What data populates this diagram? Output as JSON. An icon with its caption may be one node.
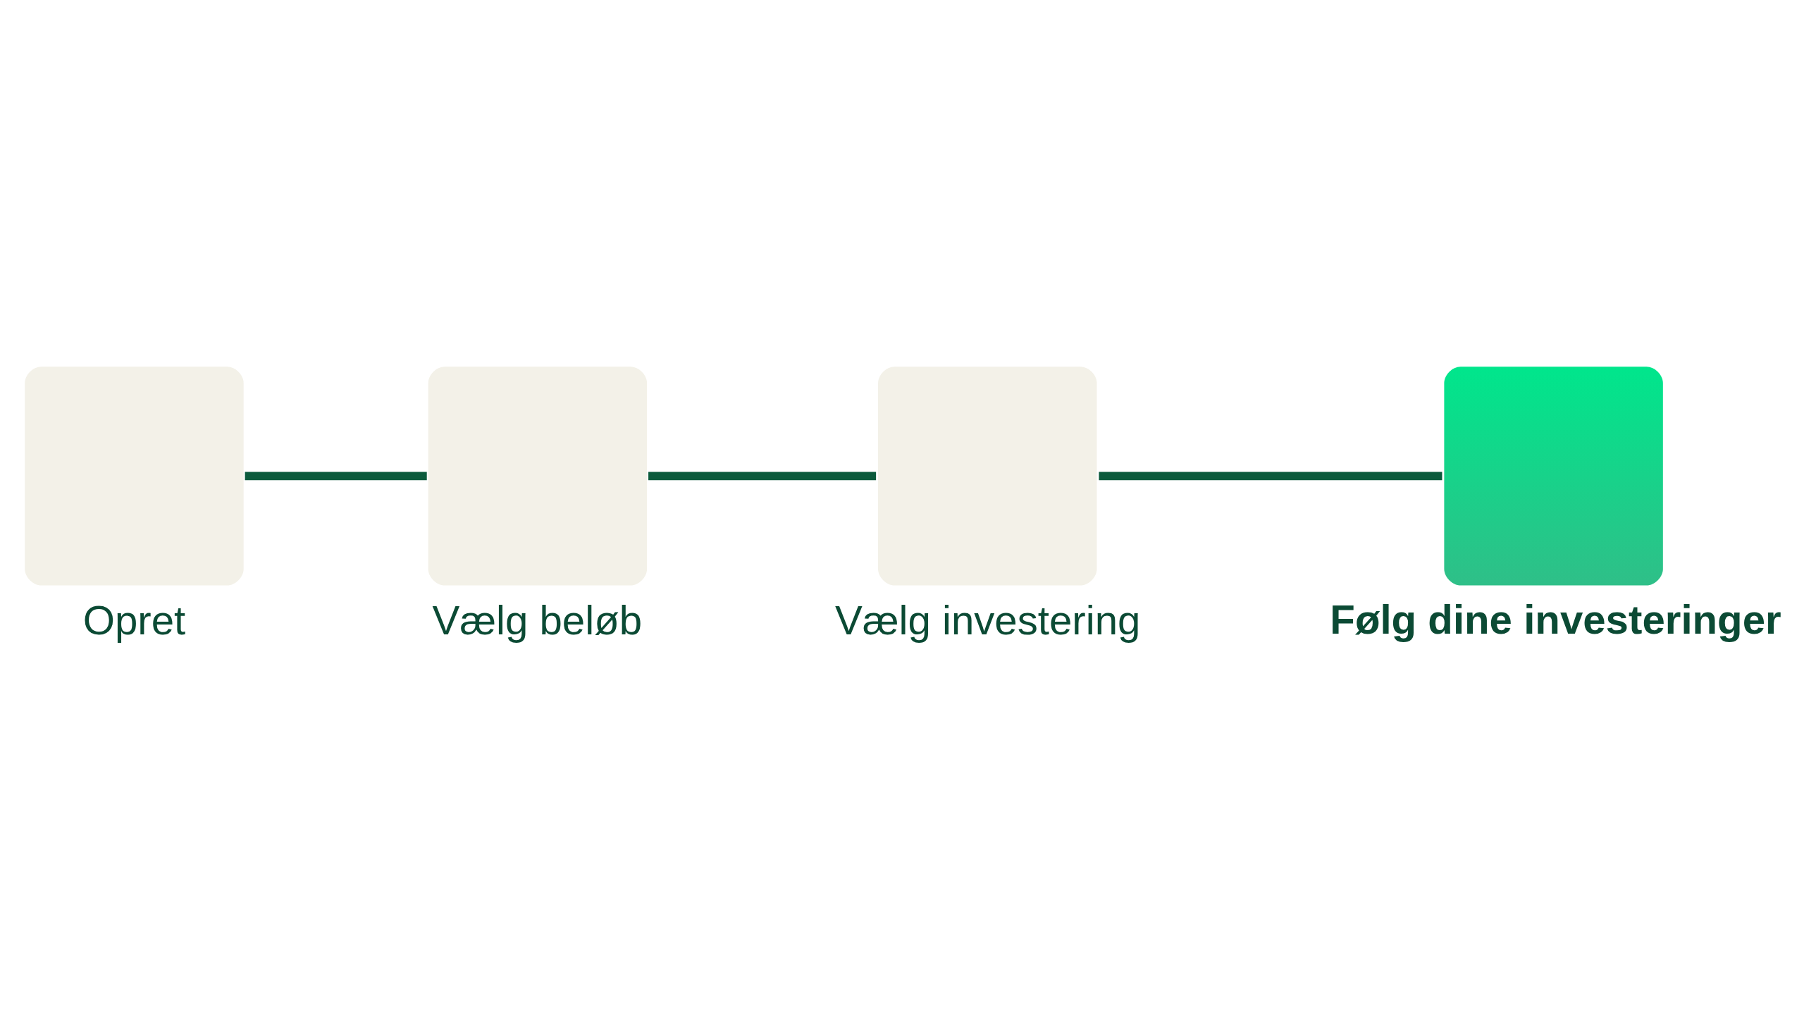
{
  "diagram": {
    "nodes": [
      {
        "text": [
          "Opret"
        ]
      },
      {
        "text": [
          "Vælg beløb"
        ]
      },
      {
        "text": [
          "Vælg investering"
        ]
      },
      {
        "text": [
          "Følg dine investeringer"
        ]
      }
    ],
    "edges": [
      {
        "from": 0,
        "to": 1,
        "arrow": "none"
      },
      {
        "from": 1,
        "to": 2,
        "arrow": "none"
      },
      {
        "from": 2,
        "to": 3,
        "arrow": "none"
      }
    ]
  }
}
